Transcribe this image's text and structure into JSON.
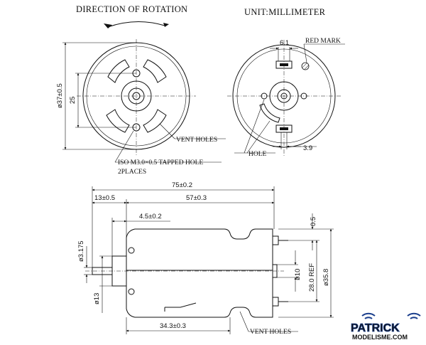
{
  "header": {
    "direction": "DIRECTION OF ROTATION",
    "unit": "UNIT:MILLIMETER"
  },
  "front_view": {
    "dia_outer": "ø37±0.5",
    "dim_25": "25",
    "vent_holes": "VENT HOLES",
    "tapped_hole": "ISO M3.0×0.5 TAPPED HOLE",
    "places": "2PLACES"
  },
  "rear_view": {
    "dim_6_1": "6.1",
    "red_mark": "RED MARK",
    "hole": "HOLE",
    "dim_3_9": "3.9"
  },
  "side_view": {
    "overall": "75±0.2",
    "shaft_len": "13±0.5",
    "body_len": "57±0.3",
    "boss_len": "4.5±0.2",
    "shaft_dia": "ø3.175",
    "boss_dia": "ø13",
    "lower_len": "34.3±0.3",
    "vent_holes": "VENT HOLES",
    "dim_0_5": "0.5",
    "dia_10": "ø10",
    "ref_28": "28.0 REF",
    "dia_35_8": "ø35.8"
  },
  "logo": {
    "brand": "PATRICK",
    "site": "MODELISME.COM"
  },
  "colors": {
    "ink": "#111111",
    "logo_blue": "#1a3e8c",
    "logo_orange": "#f39a1e"
  }
}
